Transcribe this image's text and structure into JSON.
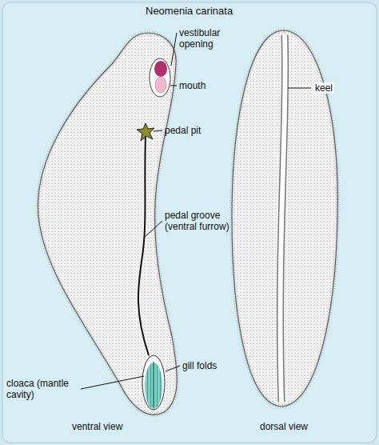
{
  "diagram": {
    "title": "Neomenia carinata",
    "labels": [
      "vestibular opening",
      "mouth",
      "pedal pit",
      "pedal groove (ventral furrow)",
      "gill folds",
      "cloaca (mantle cavity)",
      "keel",
      "ventral view",
      "dorsal view"
    ]
  }
}
